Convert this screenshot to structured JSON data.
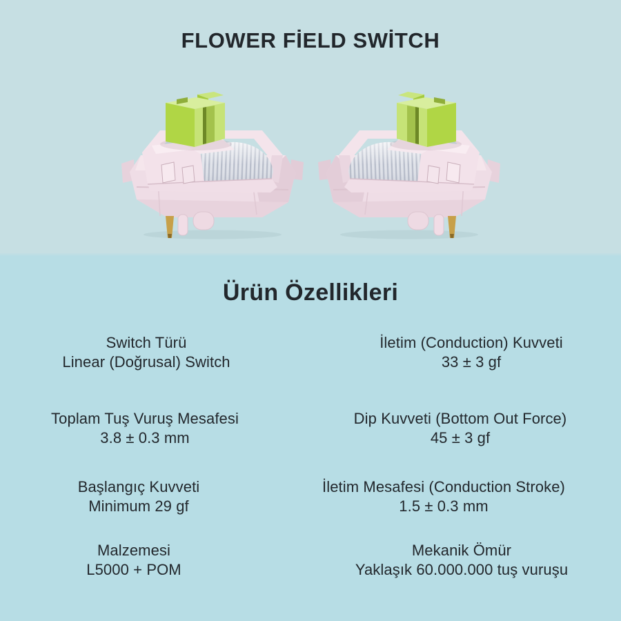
{
  "title": "FLOWER FİELD SWİTCH",
  "features": {
    "heading": "Ürün Özellikleri",
    "specs": [
      {
        "label": "Switch Türü",
        "value": "Linear (Doğrusal) Switch"
      },
      {
        "label": "İletim (Conduction) Kuvveti",
        "value": "33 ± 3 gf"
      },
      {
        "label": "Toplam Tuş Vuruş Mesafesi",
        "value": "3.8 ± 0.3 mm"
      },
      {
        "label": "Dip Kuvveti (Bottom Out Force)",
        "value": "45 ± 3 gf"
      },
      {
        "label": "Başlangıç Kuvveti",
        "value": "Minimum 29 gf"
      },
      {
        "label": "İletim Mesafesi (Conduction Stroke)",
        "value": "1.5 ± 0.3 mm"
      },
      {
        "label": "Malzemesi",
        "value": "L5000 + POM"
      },
      {
        "label": "Mekanik Ömür",
        "value": "Yaklaşık 60.000.000 tuş vuruşu"
      }
    ]
  },
  "images": {
    "left_switch": "pink-keyboard-switch-green-stem",
    "right_switch": "pink-keyboard-switch-green-stem-mirrored"
  },
  "colors": {
    "background_top": "#c6dfe3",
    "background_bottom": "#b7dde5",
    "text": "#22272c",
    "switch_body_pink": "#f0dee7",
    "stem_green": "#b0d645",
    "spring_silver": "#dfe2e9",
    "pin_gold": "#c7a049"
  }
}
